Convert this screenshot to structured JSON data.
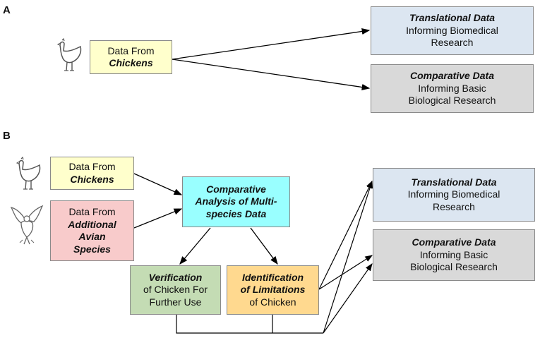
{
  "panel_a": {
    "label": "A",
    "source": {
      "line1": "Data From",
      "line2": "Chickens"
    },
    "translational": {
      "title": "Translational Data",
      "line1": "Informing Biomedical",
      "line2": "Research"
    },
    "comparative": {
      "title": "Comparative Data",
      "line1": "Informing Basic",
      "line2": "Biological Research"
    }
  },
  "panel_b": {
    "label": "B",
    "chickens": {
      "line1": "Data From",
      "line2": "Chickens"
    },
    "avian": {
      "line1": "Data From",
      "line2": "Additional",
      "line3": "Avian",
      "line4": "Species"
    },
    "analysis": {
      "line1": "Comparative",
      "line2": "Analysis of Multi-",
      "line3": "species Data"
    },
    "verification": {
      "title": "Verification",
      "line1": "of Chicken For",
      "line2": "Further Use"
    },
    "limitations": {
      "title1": "Identification",
      "title2": "of Limitations",
      "line1": "of Chicken"
    },
    "translational": {
      "title": "Translational Data",
      "line1": "Informing Biomedical",
      "line2": "Research"
    },
    "comparative": {
      "title": "Comparative Data",
      "line1": "Informing Basic",
      "line2": "Biological Research"
    }
  },
  "icons": {
    "chicken": "chicken-icon",
    "bird": "bird-icon"
  }
}
